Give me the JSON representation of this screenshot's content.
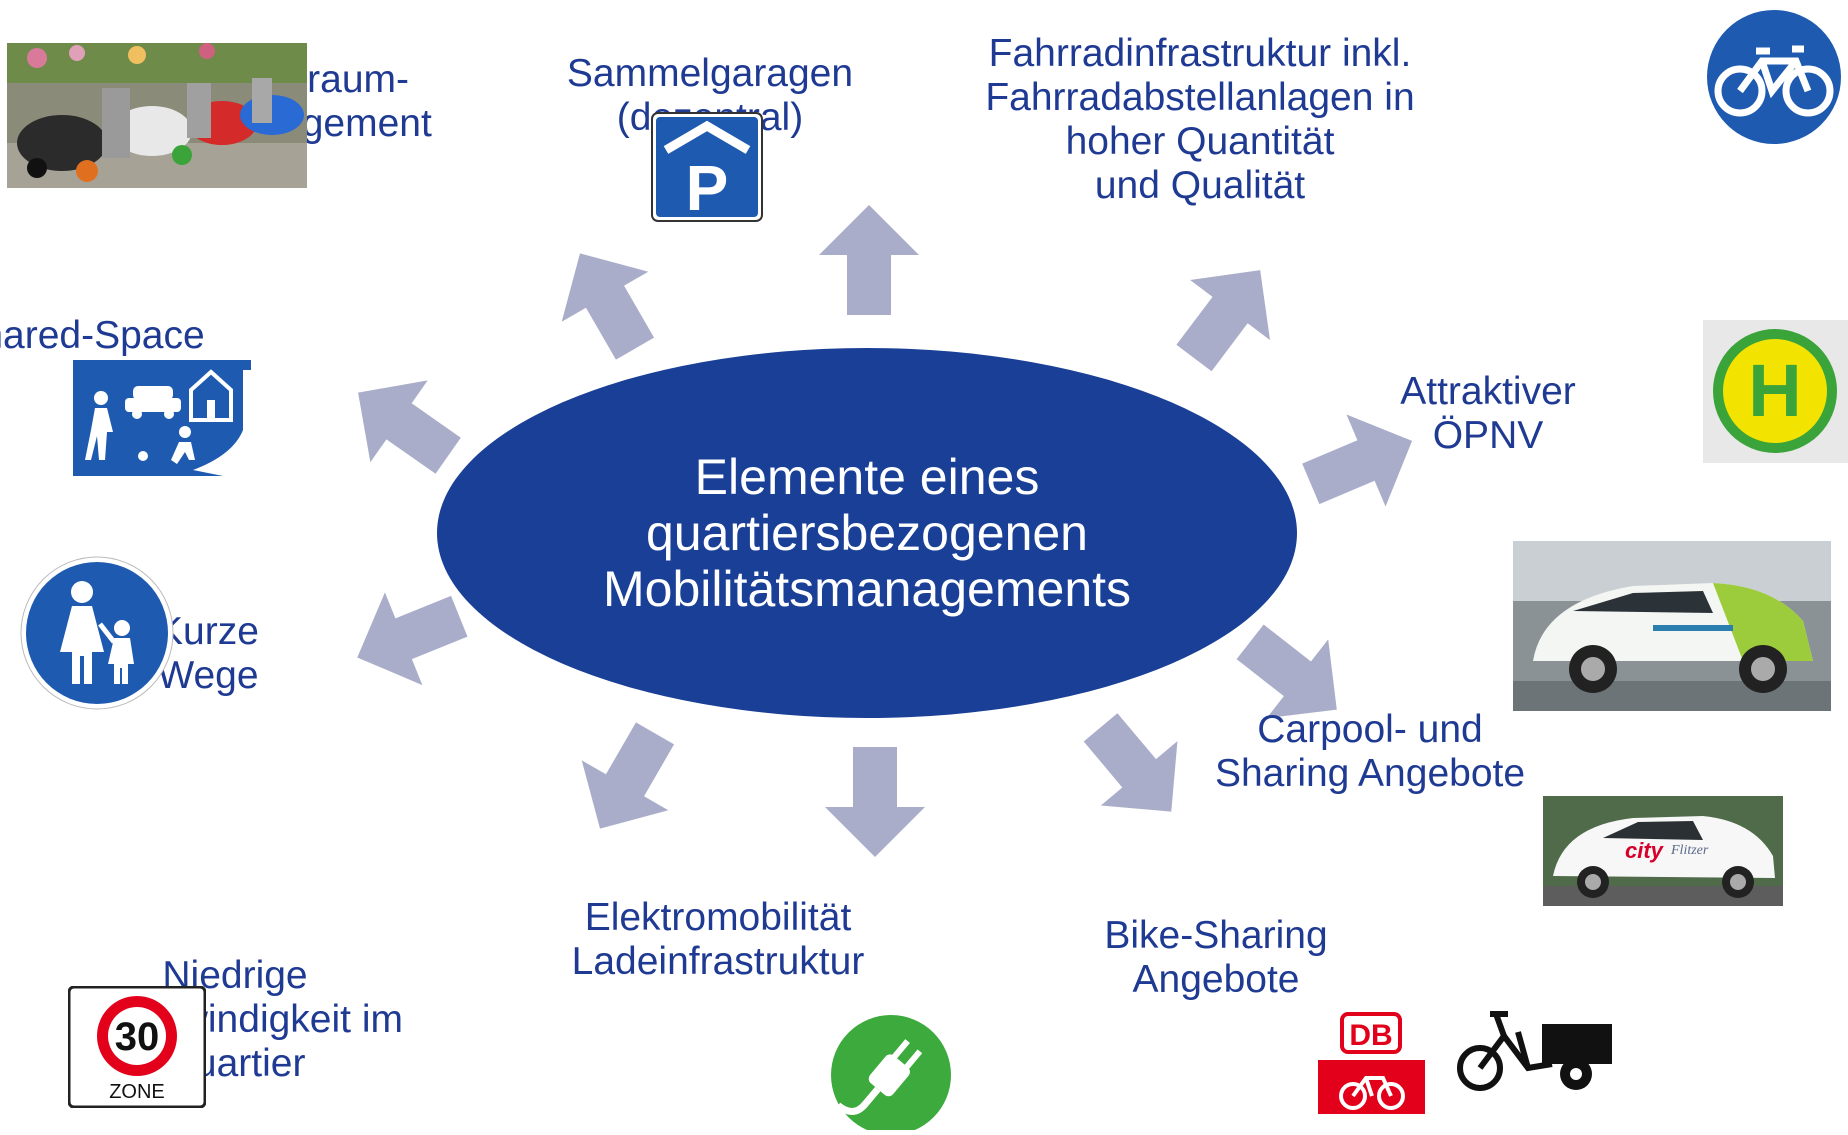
{
  "center": {
    "lines": [
      "Elemente eines",
      "quartiersbezogenen",
      "Mobilitätsmanagements"
    ]
  },
  "items": {
    "parkraum": {
      "lines": [
        "Parkraum-",
        "management"
      ]
    },
    "sammelgaragen": {
      "lines": [
        "Sammelgaragen",
        "(dezentral)"
      ]
    },
    "fahrrad": {
      "lines": [
        "Fahrradinfrastruktur inkl.",
        "Fahrradabstellanlagen in",
        "hoher Quantität",
        "und Qualität"
      ]
    },
    "shared_space": {
      "lines": [
        "Shared-Space"
      ]
    },
    "oepnv": {
      "lines": [
        "Attraktiver",
        "ÖPNV"
      ]
    },
    "kurze_wege": {
      "lines": [
        "Kurze",
        "Wege"
      ]
    },
    "carpool": {
      "lines": [
        "Carpool- und",
        "Sharing Angebote"
      ]
    },
    "niedrige": {
      "lines": [
        "Niedrige",
        "Geschwindigkeit im",
        "Quartier"
      ]
    },
    "elektro": {
      "lines": [
        "Elektromobilität",
        "Ladeinfrastruktur"
      ]
    },
    "bike_sharing": {
      "lines": [
        "Bike-Sharing",
        "Angebote"
      ]
    }
  },
  "signs": {
    "parking": "P",
    "bus_stop": "H",
    "speed_limit": "30",
    "zone": "ZONE",
    "db": "DB",
    "car_brand": "city",
    "car_brand_suffix": "Flitzer"
  },
  "colors": {
    "label": "#1f3a93",
    "ellipse": "#1a3f96",
    "arrow": "#a9adc9",
    "sign_blue": "#1e5bb0",
    "bus_green": "#3aa33a",
    "bus_yellow": "#f2e400",
    "db_red": "#e2001a",
    "charge_green": "#3daa3d"
  }
}
